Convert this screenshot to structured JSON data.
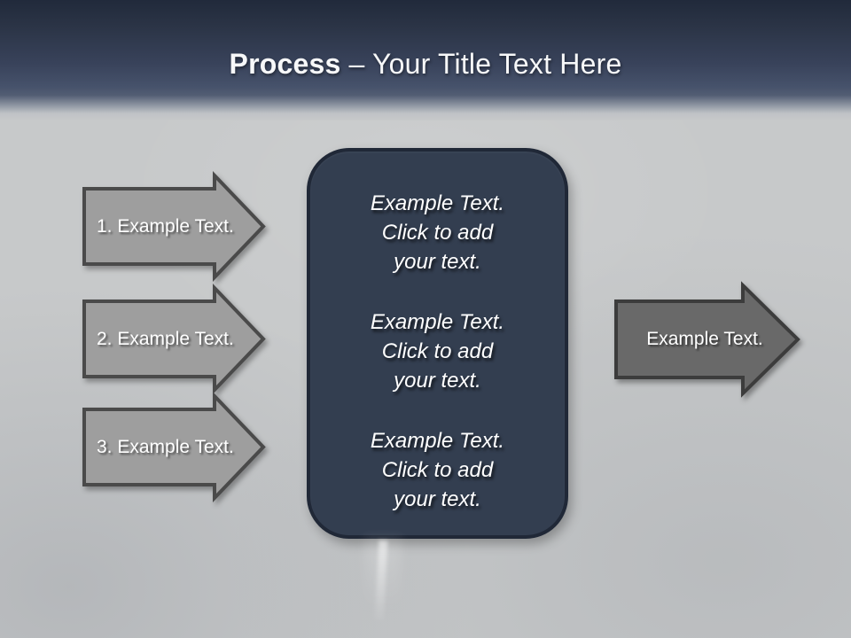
{
  "title": {
    "bold": "Process",
    "rest": "– Your Title Text Here"
  },
  "left_arrows": [
    {
      "label": "1. Example Text."
    },
    {
      "label": "2. Example Text."
    },
    {
      "label": "3. Example Text."
    }
  ],
  "center_box": {
    "blocks": [
      {
        "lines": [
          "Example Text.",
          "Click  to add",
          "your text."
        ]
      },
      {
        "lines": [
          "Example Text.",
          "Click  to add",
          "your text."
        ]
      },
      {
        "lines": [
          "Example Text.",
          "Click  to add",
          "your text."
        ]
      }
    ]
  },
  "right_arrow": {
    "label": "Example Text."
  },
  "colors": {
    "header_navy_top": "#212a3b",
    "header_navy_bottom": "#46526b",
    "background_gray": "#c7c9ca",
    "panel_fill": "#333e50",
    "panel_border": "#202837",
    "left_arrow_fill": "#9e9e9e",
    "left_arrow_border": "#4a4a4a",
    "right_arrow_fill": "#696969",
    "right_arrow_border": "#3c3c3c",
    "text_white": "#ffffff"
  }
}
